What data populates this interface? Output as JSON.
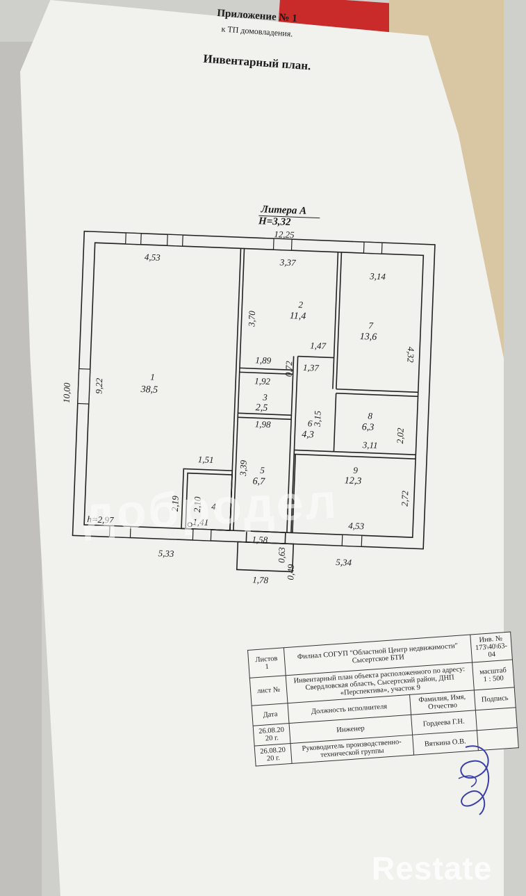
{
  "header": {
    "appendix": "Приложение № 1",
    "subtitle": "к ТП домовладения.",
    "title": "Инвентарный план."
  },
  "plan": {
    "litera": "Литера А",
    "height": "H=3,32",
    "dims": {
      "top_total": "12,25",
      "w_453": "4,53",
      "w_337": "3,37",
      "w_314": "3,14",
      "h_370": "3,70",
      "h_432": "4,32",
      "w_147": "1,47",
      "w_189": "1,89",
      "h_072": "0,72",
      "w_137": "1,37",
      "w_192": "1,92",
      "h_315": "3,15",
      "w_198": "1,98",
      "h_202": "2,02",
      "w_311": "3,11",
      "w_151": "1,51",
      "h_339": "3,39",
      "h_272": "2,72",
      "h_219": "2,19",
      "h_210": "2,10",
      "w_141": "1,41",
      "w_453b": "4,53",
      "h_297": "h=2,97",
      "w_158": "1,58",
      "h_063": "0,63",
      "h_049": "0,49",
      "w_533": "5,33",
      "w_534": "5,34",
      "w_178": "1,78",
      "left_total": "10,00",
      "left_922": "9,22"
    },
    "rooms": [
      {
        "num": "1",
        "area": "38,5"
      },
      {
        "num": "2",
        "area": "11,4"
      },
      {
        "num": "3",
        "area": "2,5"
      },
      {
        "num": "4",
        "area": ""
      },
      {
        "num": "5",
        "area": "6,7"
      },
      {
        "num": "6",
        "area": "4,3"
      },
      {
        "num": "7",
        "area": "13,6"
      },
      {
        "num": "8",
        "area": "6,3"
      },
      {
        "num": "9",
        "area": "12,3"
      }
    ]
  },
  "stamp": {
    "org": "Филиал СОГУП \"Областной Центр недвижимости\" Сысертское БТИ",
    "inv_label": "Инв. №",
    "inv_value": "173\\40\\63-04",
    "sheets_label": "Листов",
    "sheets_value": "1",
    "sheet_no": "лист №",
    "object": "Инвентарный план объекта расположенного по адресу: Свердловская область, Сысертский район, ДНП «Перспектива», участок 9",
    "scale_label": "масштаб",
    "scale_value": "1 : 500",
    "col_date": "Дата",
    "col_position": "Должность исполнителя",
    "col_name": "Фамилия, Имя, Отчество",
    "col_sign": "Подпись",
    "row1_date": "26.08.20 20 г.",
    "row1_position": "Инженер",
    "row1_name": "Гордеева Г.Н.",
    "row2_date": "26.08.20 20 г.",
    "row2_position": "Руководитель производственно-технической группы",
    "row2_name": "Вяткина О.В."
  },
  "watermarks": {
    "center": "добродел",
    "corner": "Restate"
  },
  "colors": {
    "paper": "#f1f1ee",
    "ink": "#1a1a1a",
    "signature": "#3b3fa8"
  }
}
